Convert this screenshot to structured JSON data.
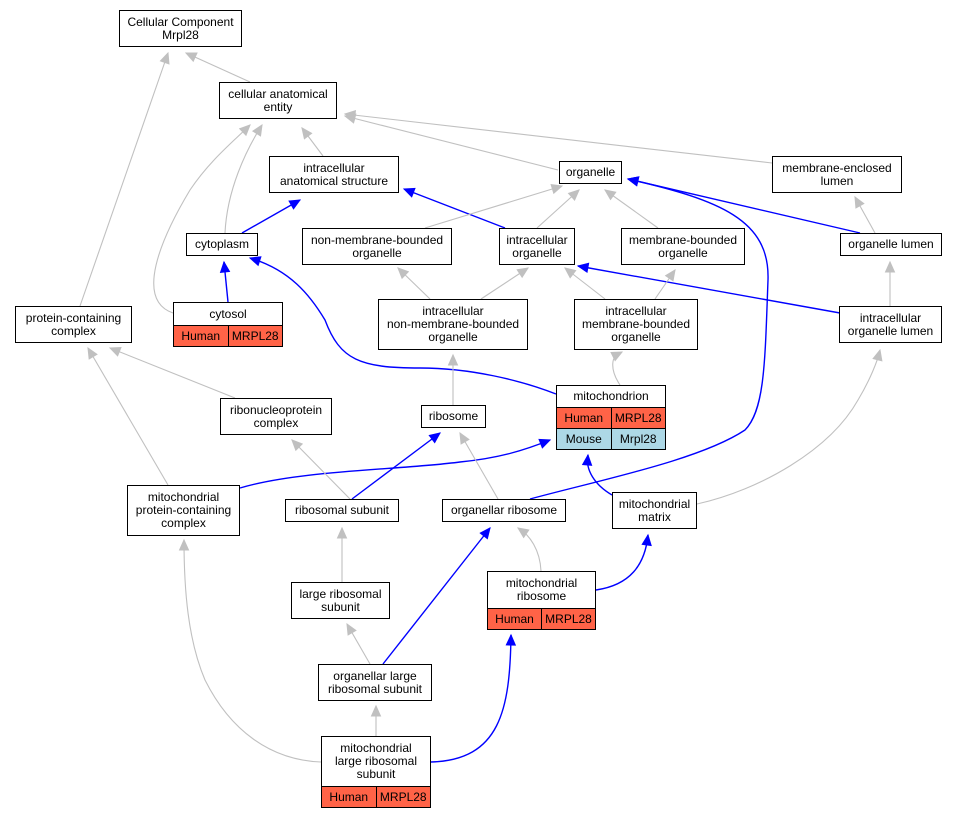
{
  "colors": {
    "is_a_edge": "#c0c0c0",
    "part_of_edge": "#0000ff",
    "human": "#ff6347",
    "mouse": "#add8e6"
  },
  "nodes": [
    {
      "id": "cc",
      "label": "Cellular Component\nMrpl28"
    },
    {
      "id": "cae",
      "label": "cellular anatomical\nentity"
    },
    {
      "id": "ias",
      "label": "intracellular\nanatomical structure"
    },
    {
      "id": "organelle",
      "label": "organelle"
    },
    {
      "id": "mel",
      "label": "membrane-enclosed\nlumen"
    },
    {
      "id": "cytoplasm",
      "label": "cytoplasm"
    },
    {
      "id": "nmbo",
      "label": "non-membrane-bounded\norganelle"
    },
    {
      "id": "io",
      "label": "intracellular\norganelle"
    },
    {
      "id": "mbo",
      "label": "membrane-bounded\norganelle"
    },
    {
      "id": "ol",
      "label": "organelle lumen"
    },
    {
      "id": "cytosol",
      "label": "cytosol",
      "annotations": [
        {
          "species": "Human",
          "gene": "MRPL28"
        }
      ]
    },
    {
      "id": "pcc",
      "label": "protein-containing\ncomplex"
    },
    {
      "id": "inmbo",
      "label": "intracellular\nnon-membrane-bounded\norganelle"
    },
    {
      "id": "imbo",
      "label": "intracellular\nmembrane-bounded\norganelle"
    },
    {
      "id": "iol",
      "label": "intracellular\norganelle lumen"
    },
    {
      "id": "mito",
      "label": "mitochondrion",
      "annotations": [
        {
          "species": "Human",
          "gene": "MRPL28"
        },
        {
          "species": "Mouse",
          "gene": "Mrpl28"
        }
      ]
    },
    {
      "id": "rnp",
      "label": "ribonucleoprotein\ncomplex"
    },
    {
      "id": "ribosome",
      "label": "ribosome"
    },
    {
      "id": "mpcc",
      "label": "mitochondrial\nprotein-containing\ncomplex"
    },
    {
      "id": "rsu",
      "label": "ribosomal subunit"
    },
    {
      "id": "orib",
      "label": "organellar ribosome"
    },
    {
      "id": "mmatrix",
      "label": "mitochondrial\nmatrix"
    },
    {
      "id": "mrib",
      "label": "mitochondrial\nribosome",
      "annotations": [
        {
          "species": "Human",
          "gene": "MRPL28"
        }
      ]
    },
    {
      "id": "lrsu",
      "label": "large ribosomal\nsubunit"
    },
    {
      "id": "olrsu",
      "label": "organellar large\nribosomal subunit"
    },
    {
      "id": "mlrsu",
      "label": "mitochondrial\nlarge ribosomal\nsubunit",
      "annotations": [
        {
          "species": "Human",
          "gene": "MRPL28"
        }
      ]
    }
  ],
  "edges": [
    {
      "from": "cae",
      "to": "cc",
      "type": "is_a"
    },
    {
      "from": "pcc",
      "to": "cc",
      "type": "is_a"
    },
    {
      "from": "ias",
      "to": "cae",
      "type": "is_a"
    },
    {
      "from": "organelle",
      "to": "cae",
      "type": "is_a"
    },
    {
      "from": "mel",
      "to": "cae",
      "type": "is_a"
    },
    {
      "from": "cytoplasm",
      "to": "cae",
      "type": "is_a"
    },
    {
      "from": "cytosol",
      "to": "cae",
      "type": "is_a"
    },
    {
      "from": "cytoplasm",
      "to": "ias",
      "type": "part_of"
    },
    {
      "from": "io",
      "to": "ias",
      "type": "part_of"
    },
    {
      "from": "nmbo",
      "to": "organelle",
      "type": "is_a"
    },
    {
      "from": "io",
      "to": "organelle",
      "type": "is_a"
    },
    {
      "from": "mbo",
      "to": "organelle",
      "type": "is_a"
    },
    {
      "from": "ol",
      "to": "organelle",
      "type": "part_of"
    },
    {
      "from": "orib",
      "to": "organelle",
      "type": "part_of"
    },
    {
      "from": "cytosol",
      "to": "cytoplasm",
      "type": "part_of"
    },
    {
      "from": "mito",
      "to": "cytoplasm",
      "type": "part_of"
    },
    {
      "from": "inmbo",
      "to": "nmbo",
      "type": "is_a"
    },
    {
      "from": "inmbo",
      "to": "io",
      "type": "is_a"
    },
    {
      "from": "imbo",
      "to": "io",
      "type": "is_a"
    },
    {
      "from": "iol",
      "to": "io",
      "type": "part_of"
    },
    {
      "from": "imbo",
      "to": "mbo",
      "type": "is_a"
    },
    {
      "from": "ol",
      "to": "mel",
      "type": "is_a"
    },
    {
      "from": "iol",
      "to": "ol",
      "type": "is_a"
    },
    {
      "from": "mito",
      "to": "imbo",
      "type": "is_a"
    },
    {
      "from": "mmatrix",
      "to": "iol",
      "type": "is_a"
    },
    {
      "from": "rnp",
      "to": "pcc",
      "type": "is_a"
    },
    {
      "from": "mpcc",
      "to": "pcc",
      "type": "is_a"
    },
    {
      "from": "ribosome",
      "to": "inmbo",
      "type": "is_a"
    },
    {
      "from": "mpcc",
      "to": "mito",
      "type": "part_of"
    },
    {
      "from": "mmatrix",
      "to": "mito",
      "type": "part_of"
    },
    {
      "from": "rsu",
      "to": "rnp",
      "type": "is_a"
    },
    {
      "from": "rsu",
      "to": "ribosome",
      "type": "part_of"
    },
    {
      "from": "orib",
      "to": "ribosome",
      "type": "is_a"
    },
    {
      "from": "mrib",
      "to": "orib",
      "type": "is_a"
    },
    {
      "from": "mrib",
      "to": "mmatrix",
      "type": "part_of"
    },
    {
      "from": "lrsu",
      "to": "rsu",
      "type": "is_a"
    },
    {
      "from": "olrsu",
      "to": "lrsu",
      "type": "is_a"
    },
    {
      "from": "olrsu",
      "to": "orib",
      "type": "part_of"
    },
    {
      "from": "mlrsu",
      "to": "olrsu",
      "type": "is_a"
    },
    {
      "from": "mlrsu",
      "to": "mpcc",
      "type": "is_a"
    },
    {
      "from": "mlrsu",
      "to": "mrib",
      "type": "part_of"
    }
  ]
}
